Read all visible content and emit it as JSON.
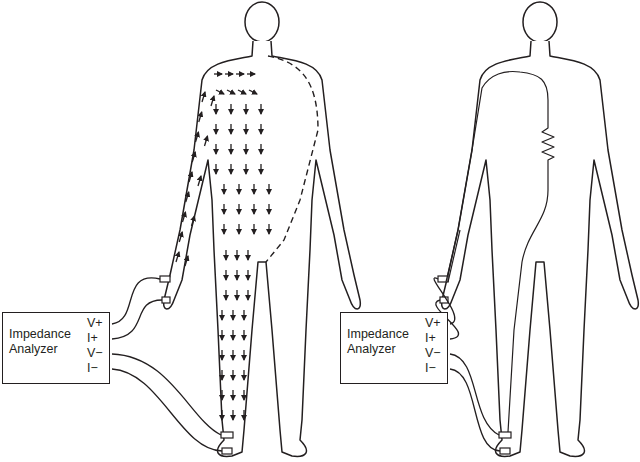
{
  "diagram": {
    "nodes": [
      {
        "text": [
          "Impedance Analyzer",
          "V+",
          "I+",
          "V−",
          "I−"
        ]
      },
      {
        "text": [
          "Impedance Analyzer",
          "V+",
          "I+",
          "V−",
          "I−"
        ]
      }
    ]
  }
}
